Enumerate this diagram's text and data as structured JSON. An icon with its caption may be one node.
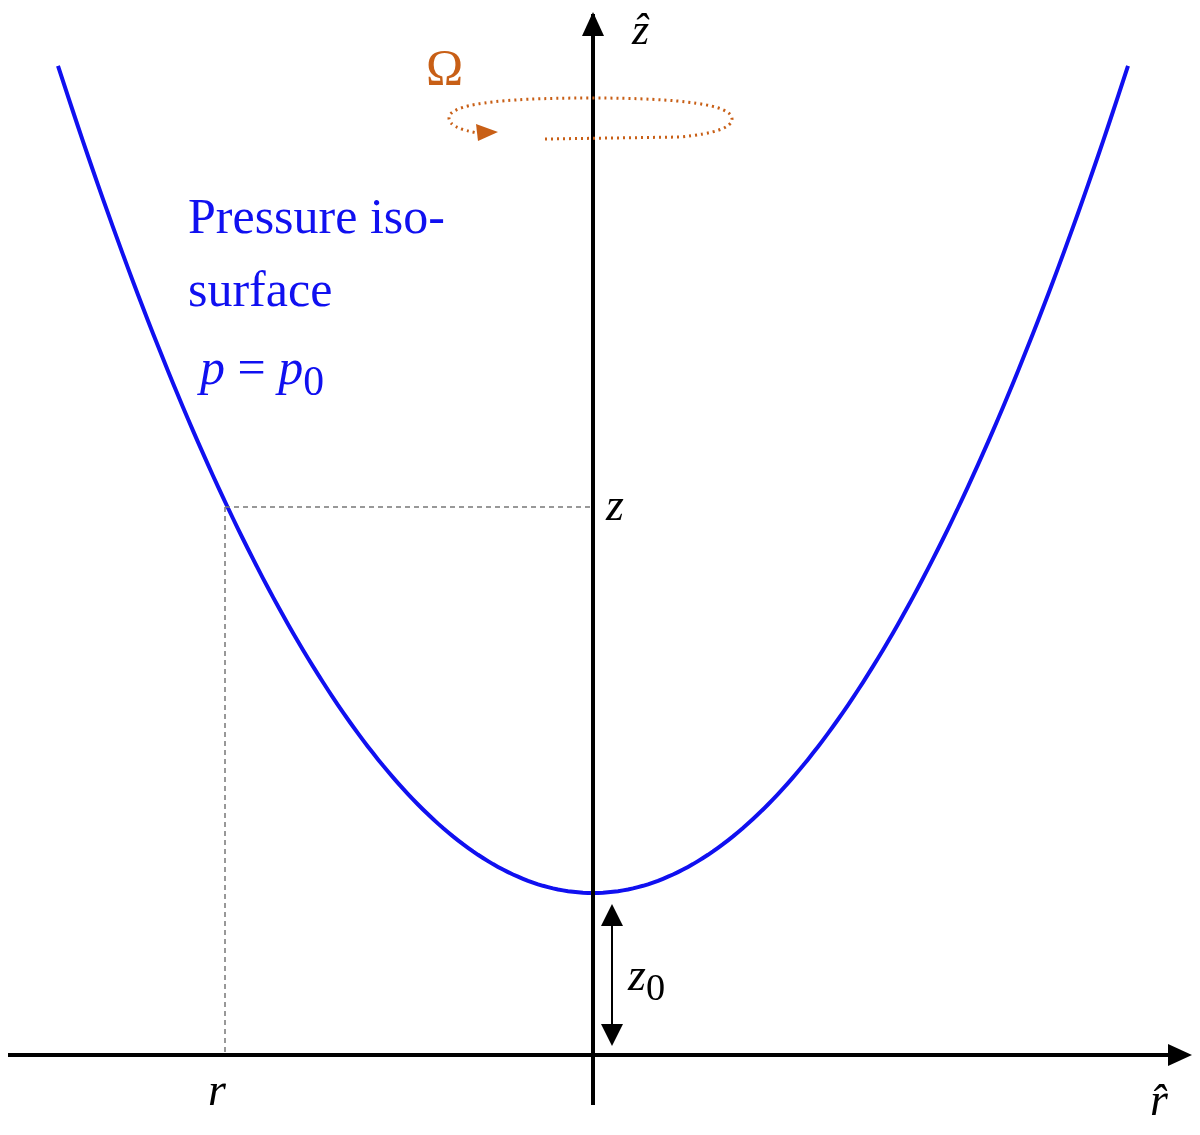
{
  "diagram": {
    "labels": [
      "ẑ",
      "Ω",
      "Pressure iso-surface",
      "*p* = *p*$_{0}$",
      "*z*",
      "*z*$_{0}$",
      "*r*",
      "*r̂*"
    ]
  }
}
